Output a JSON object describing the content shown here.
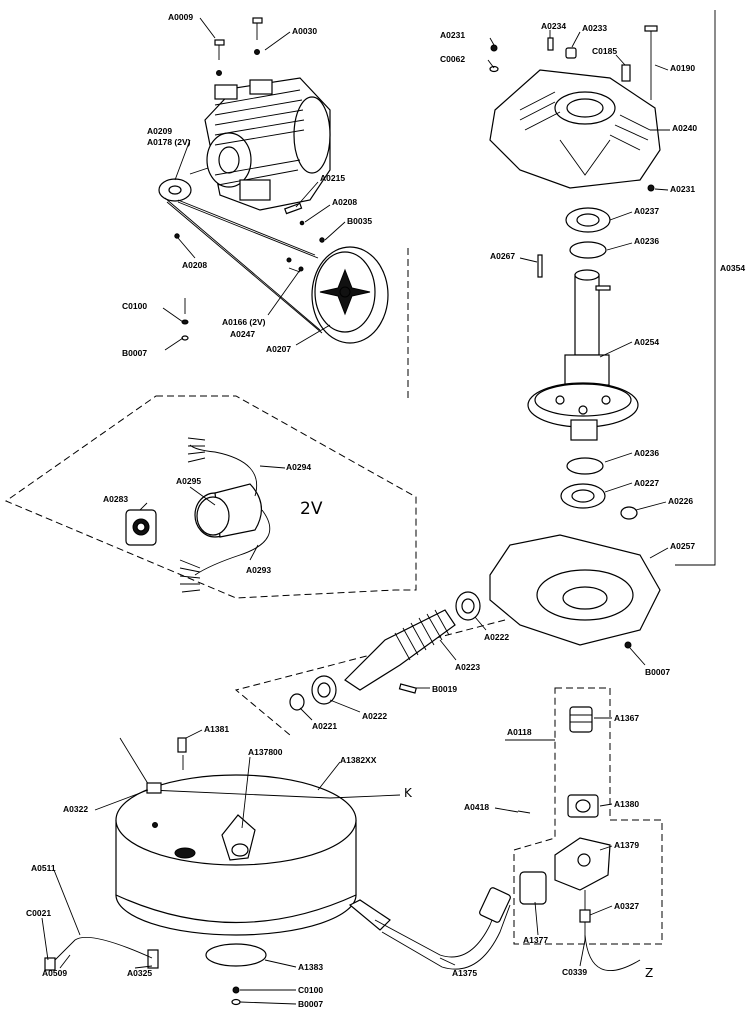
{
  "labels": {
    "A0009": "A0009",
    "A0030": "A0030",
    "A0209": "A0209",
    "A0178": "A0178 (2V)",
    "A0215": "A0215",
    "A0208a": "A0208",
    "B0035": "B0035",
    "A0208b": "A0208",
    "C0100a": "C0100",
    "B0007a": "B0007",
    "A0166": "A0166 (2V)",
    "A0247": "A0247",
    "A0207": "A0207",
    "A0294": "A0294",
    "A0295": "A0295",
    "A0283": "A0283",
    "A0293": "A0293",
    "A0231a": "A0231",
    "C0062": "C0062",
    "A0234": "A0234",
    "A0233": "A0233",
    "C0185": "C0185",
    "A0190": "A0190",
    "A0240": "A0240",
    "A0231b": "A0231",
    "A0237": "A0237",
    "A0236a": "A0236",
    "A0267": "A0267",
    "A0354": "A0354",
    "A0254": "A0254",
    "A0236b": "A0236",
    "A0227": "A0227",
    "A0226": "A0226",
    "A0257": "A0257",
    "A0222a": "A0222",
    "A0223": "A0223",
    "B0007b": "B0007",
    "B0019": "B0019",
    "A0221": "A0221",
    "A0222b": "A0222",
    "A0118": "A0118",
    "A1367": "A1367",
    "A1381": "A1381",
    "A137800": "A137800",
    "A1382XX": "A1382XX",
    "A0322": "A0322",
    "A0418": "A0418",
    "A1380": "A1380",
    "A1379": "A1379",
    "A0511": "A0511",
    "A0327": "A0327",
    "C0021": "C0021",
    "A1377": "A1377",
    "A1383": "A1383",
    "A1375": "A1375",
    "C0339": "C0339",
    "A0509": "A0509",
    "A0325": "A0325",
    "C0100b": "C0100",
    "B0007c": "B0007"
  },
  "markers": {
    "two_v": "2V",
    "k": "K",
    "z": "Z"
  }
}
